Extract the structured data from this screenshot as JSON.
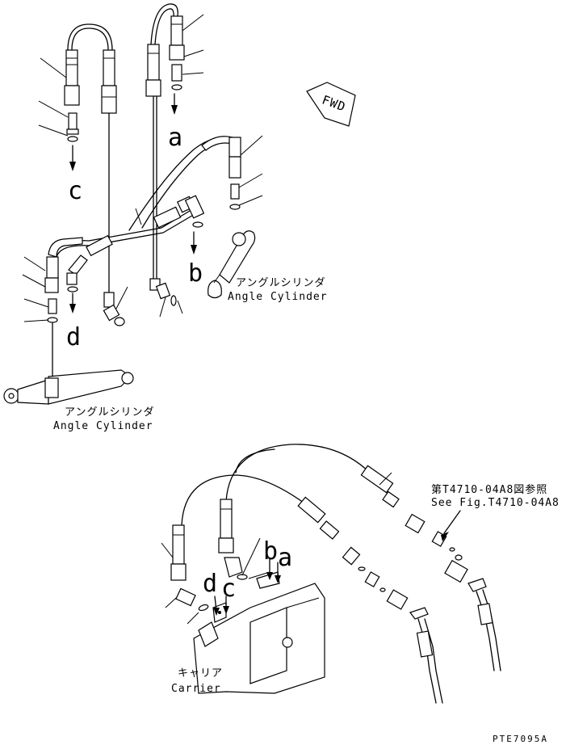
{
  "direction_marker": {
    "text": "FWD",
    "icon": "forward-arrow-icon"
  },
  "connection_letters": {
    "a": "a",
    "b": "b",
    "c": "c",
    "d": "d"
  },
  "angle_cylinder_right": {
    "jp": "アングルシリンダ",
    "en": "Angle Cylinder"
  },
  "angle_cylinder_left": {
    "jp": "アングルシリンダ",
    "en": "Angle Cylinder"
  },
  "carrier": {
    "jp": "キャリア",
    "en": "Carrier"
  },
  "reference": {
    "jp": "第T4710-04A8図参照",
    "en": "See Fig.T4710-04A8"
  },
  "figure_code": "PTE7095A"
}
